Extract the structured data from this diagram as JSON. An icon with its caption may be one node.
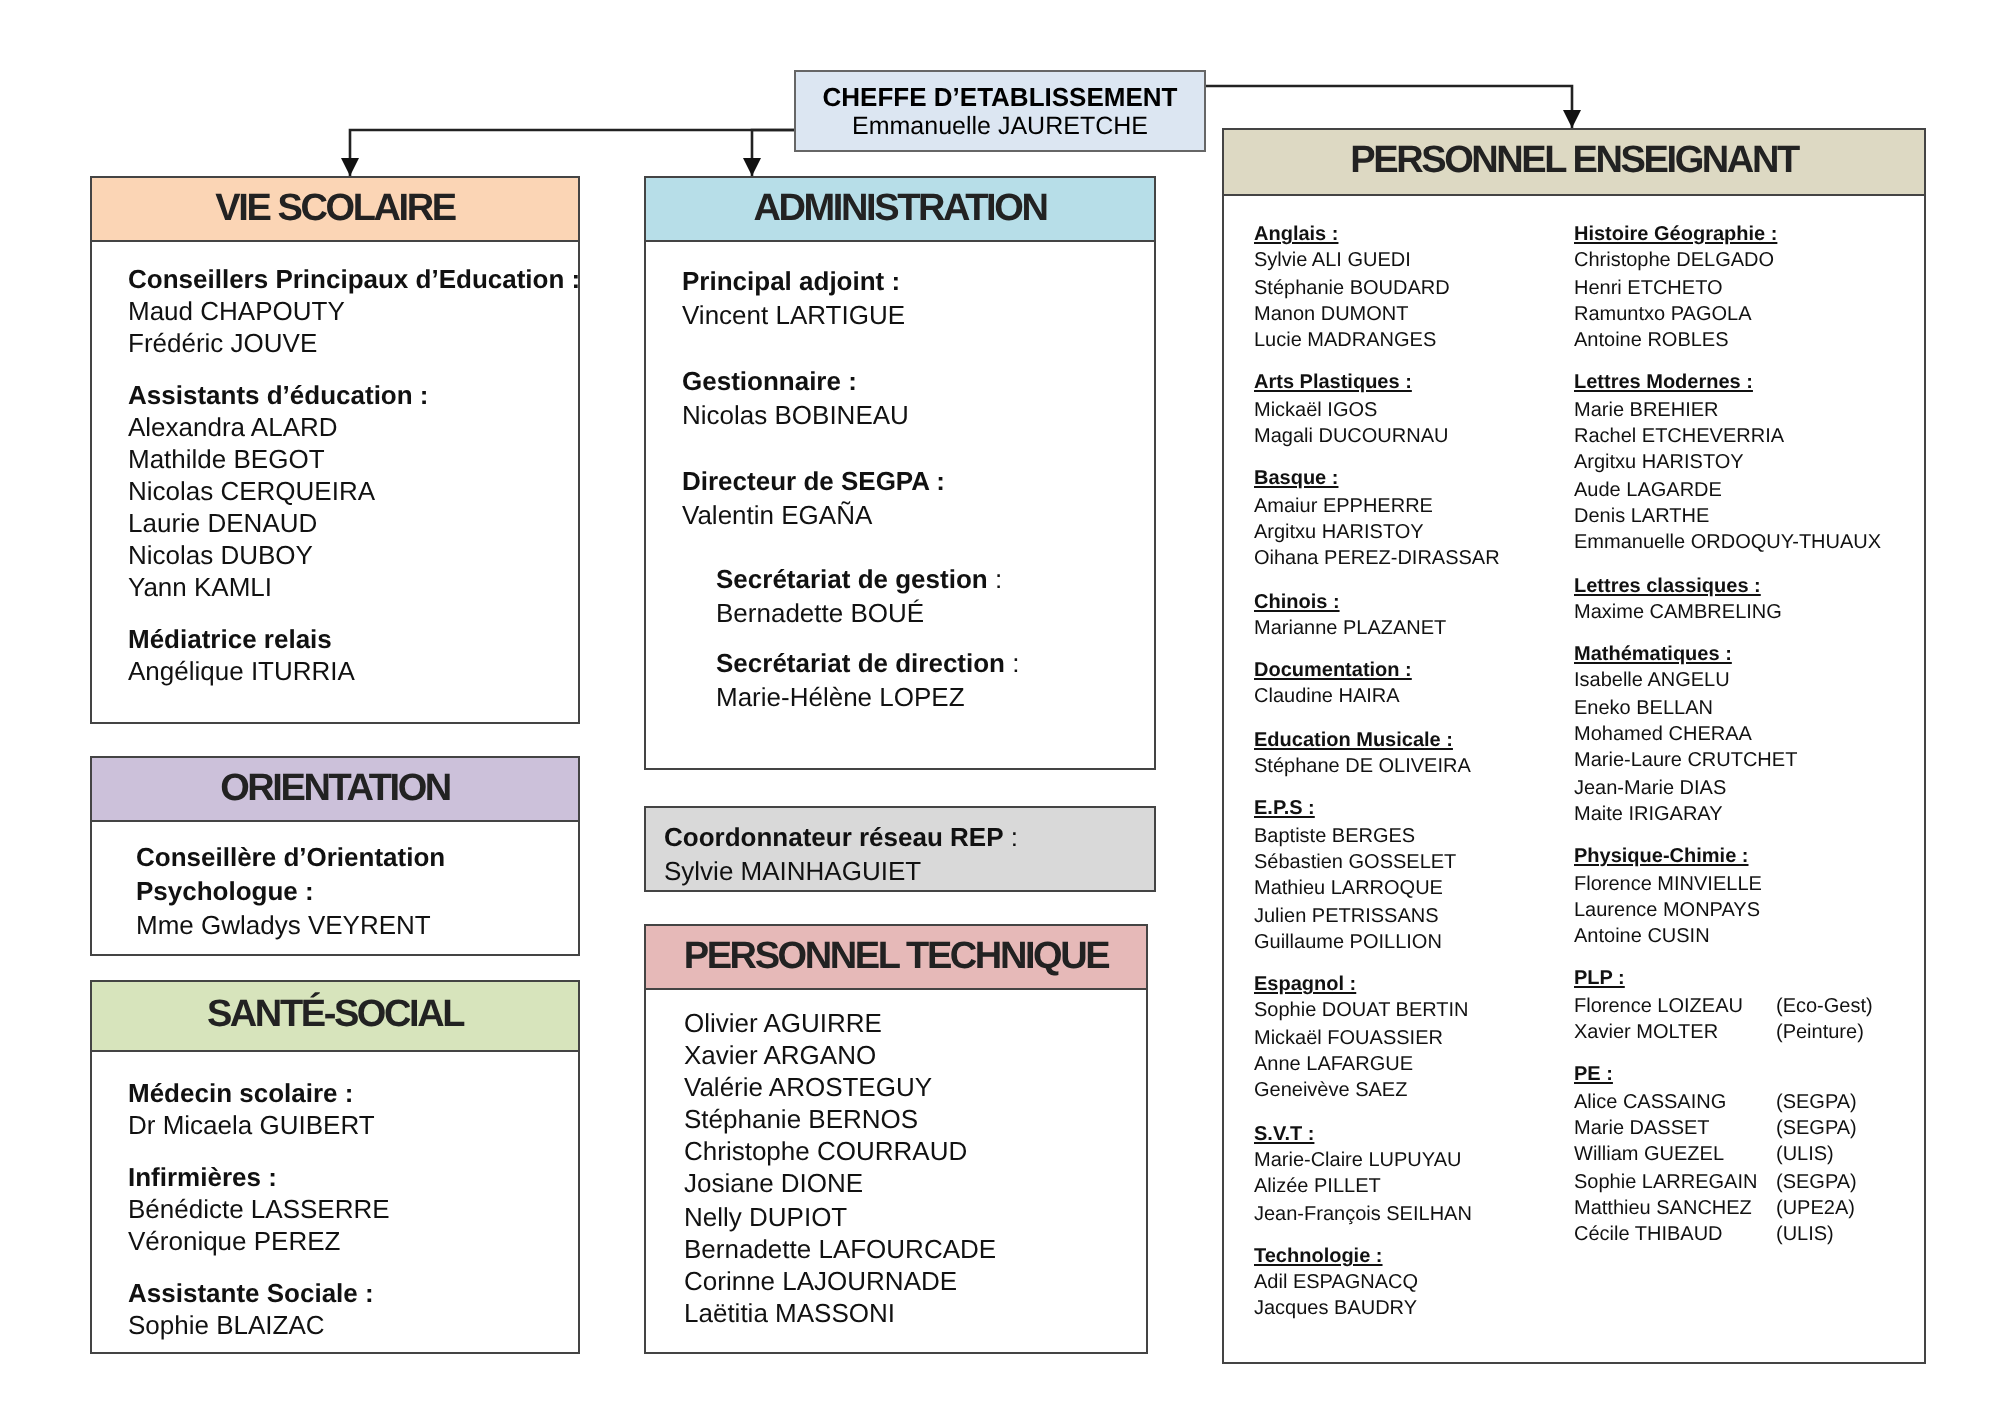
{
  "diagram": {
    "nodes": [
      {
        "text": [
          "CHEFFE D’ETABLISSEMENT",
          "Emmanuelle JAURETCHE"
        ]
      },
      {
        "text": [
          "VIE SCOLAIRE",
          "Conseillers Principaux d’Education :",
          "Maud CHAPOUTY",
          "Frédéric JOUVE",
          "Assistants d’éducation :",
          "Alexandra ALARD",
          "Mathilde BEGOT",
          "Nicolas CERQUEIRA",
          "Laurie DENAUD",
          "Nicolas DUBOY",
          "Yann KAMLI",
          "Médiatrice relais",
          "Angélique ITURRIA"
        ]
      },
      {
        "text": [
          "ADMINISTRATION",
          "Principal adjoint :",
          "Vincent LARTIGUE",
          "Gestionnaire :",
          "Nicolas BOBINEAU",
          "Directeur de SEGPA :",
          "Valentin EGAÑA",
          "**Secrétariat de gestion** :",
          "Bernadette BOUÉ",
          "**Secrétariat de direction** :",
          "Marie-Hélène LOPEZ"
        ]
      },
      {
        "text": [
          "PERSONNEL ENSEIGNANT",
          "Anglais :",
          "Sylvie ALI GUEDI",
          "Stéphanie BOUDARD",
          "Manon DUMONT",
          "Lucie MADRANGES",
          "Arts Plastiques :",
          "Mickaël IGOS",
          "Magali DUCOURNAU",
          "Basque :",
          "Amaiur EPPHERRE",
          "Argitxu HARISTOY",
          "Oihana PEREZ-DIRASSAR",
          "Chinois :",
          "Marianne PLAZANET",
          "Documentation :",
          "Claudine HAIRA",
          "Education Musicale :",
          "Stéphane DE OLIVEIRA",
          "E.P.S :",
          "Baptiste BERGES",
          "Sébastien GOSSELET",
          "Mathieu LARROQUE",
          "Julien PETRISSANS",
          "Guillaume POILLION",
          "Espagnol :",
          "Sophie DOUAT BERTIN",
          "Mickaël FOUASSIER",
          "Anne LAFARGUE",
          "Geneivève SAEZ",
          "S.V.T :",
          "Marie-Claire LUPUYAU",
          "Alizée PILLET",
          "Jean-François SEILHAN",
          "Technologie :",
          "Adil ESPAGNACQ",
          "Jacques BAUDRY",
          "Histoire Géographie :",
          "Christophe DELGADO",
          "Henri ETCHETO",
          "Ramuntxo PAGOLA",
          "Antoine ROBLES",
          "Lettres Modernes :",
          "Marie BREHIER",
          "Rachel ETCHEVERRIA",
          "Argitxu HARISTOY",
          "Aude LAGARDE",
          "Denis LARTHE",
          "Emmanuelle ORDOQUY-THUAUX",
          "Lettres classiques :",
          "Maxime CAMBRELING",
          "Mathématiques :",
          "Isabelle ANGELU",
          "Eneko BELLAN",
          "Mohamed CHERAA",
          "Marie-Laure CRUTCHET",
          "Jean-Marie DIAS",
          "Maite IRIGARAY",
          "Physique-Chimie :",
          "Florence MINVIELLE",
          "Laurence MONPAYS",
          "Antoine CUSIN",
          "PLP :",
          "Florence LOIZEAU",
          "(Eco-Gest)",
          "Xavier MOLTER",
          "(Peinture)",
          "PE :",
          "Alice CASSAING",
          "(SEGPA)",
          "Marie DASSET",
          "(SEGPA)",
          "William GUEZEL",
          "(ULIS)",
          "Sophie LARREGAIN",
          "(SEGPA)",
          "Matthieu SANCHEZ",
          "(UPE2A)",
          "Cécile THIBAUD",
          "(ULIS)"
        ]
      },
      {
        "text": [
          "ORIENTATION",
          "Conseillère d’Orientation Psychologue :",
          "Mme Gwladys VEYRENT"
        ]
      },
      {
        "text": [
          "**Coordonnateur réseau REP** :",
          "Sylvie MAINHAGUIET"
        ]
      },
      {
        "text": [
          "SANTÉ-SOCIAL",
          "Médecin scolaire :",
          "Dr Micaela GUIBERT",
          "Infirmières :",
          "Bénédicte LASSERRE",
          "Véronique PEREZ",
          "Assistante Sociale :",
          "Sophie BLAIZAC"
        ]
      },
      {
        "text": [
          "PERSONNEL TECHNIQUE",
          "Olivier AGUIRRE",
          "Xavier ARGANO",
          "Valérie AROSTEGUY",
          "Stéphanie BERNOS",
          "Christophe COURRAUD",
          "Josiane DIONE",
          "Nelly DUPIOT",
          "Bernadette LAFOURCADE",
          "Corinne LAJOURNADE",
          "Laëtitia MASSONI"
        ]
      }
    ],
    "edges": [
      {
        "from": 0,
        "to": 1,
        "arrow": "to"
      },
      {
        "from": 0,
        "to": 2,
        "arrow": "to"
      },
      {
        "from": 0,
        "to": 3,
        "arrow": "to"
      }
    ]
  }
}
